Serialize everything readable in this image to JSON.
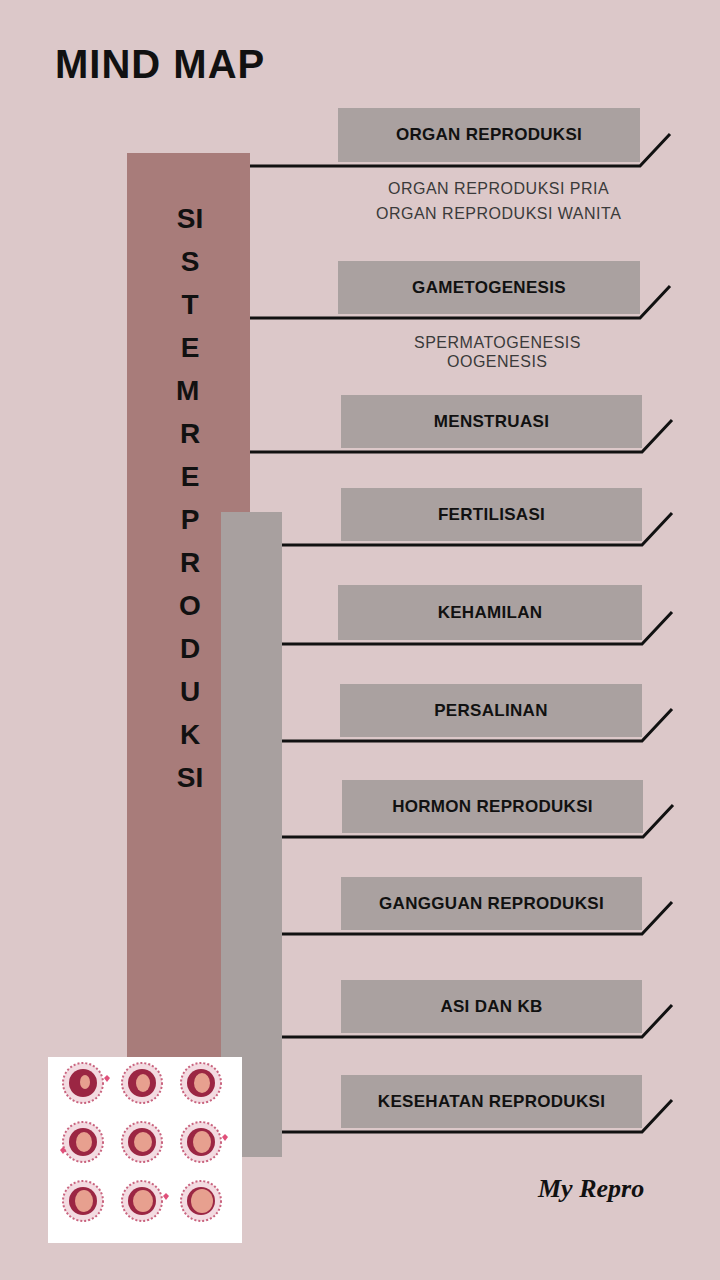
{
  "diagram": {
    "title": "MIND MAP",
    "nodes": [
      {
        "text": [
          "SISTEM REPRODUKSI"
        ]
      },
      {
        "text": [
          "ORGAN REPRODUKSI"
        ]
      },
      {
        "text": [
          "GAMETOGENESIS"
        ]
      },
      {
        "text": [
          "MENSTRUASI"
        ]
      },
      {
        "text": [
          "FERTILISASI"
        ]
      },
      {
        "text": [
          "KEHAMILAN"
        ]
      },
      {
        "text": [
          "PERSALINAN"
        ]
      },
      {
        "text": [
          "HORMON REPRODUKSI"
        ]
      },
      {
        "text": [
          "GANGGUAN REPRODUKSI"
        ]
      },
      {
        "text": [
          "ASI DAN KB"
        ]
      },
      {
        "text": [
          "KESEHATAN REPRODUKSI"
        ]
      }
    ],
    "edges": [
      {
        "from": 0,
        "to": 1,
        "arrow": "none"
      },
      {
        "from": 0,
        "to": 2,
        "arrow": "none"
      },
      {
        "from": 0,
        "to": 3,
        "arrow": "none"
      },
      {
        "from": 0,
        "to": 4,
        "arrow": "none"
      },
      {
        "from": 0,
        "to": 5,
        "arrow": "none"
      },
      {
        "from": 0,
        "to": 6,
        "arrow": "none"
      },
      {
        "from": 0,
        "to": 7,
        "arrow": "none"
      },
      {
        "from": 0,
        "to": 8,
        "arrow": "none"
      },
      {
        "from": 0,
        "to": 9,
        "arrow": "none"
      },
      {
        "from": 0,
        "to": 10,
        "arrow": "none"
      }
    ],
    "labels": [
      "ORGAN REPRODUKSI PRIA",
      "ORGAN REPRODUKSI WANITA",
      "SPERMATOGENESIS",
      "OOGENESIS",
      "My Repro"
    ]
  }
}
